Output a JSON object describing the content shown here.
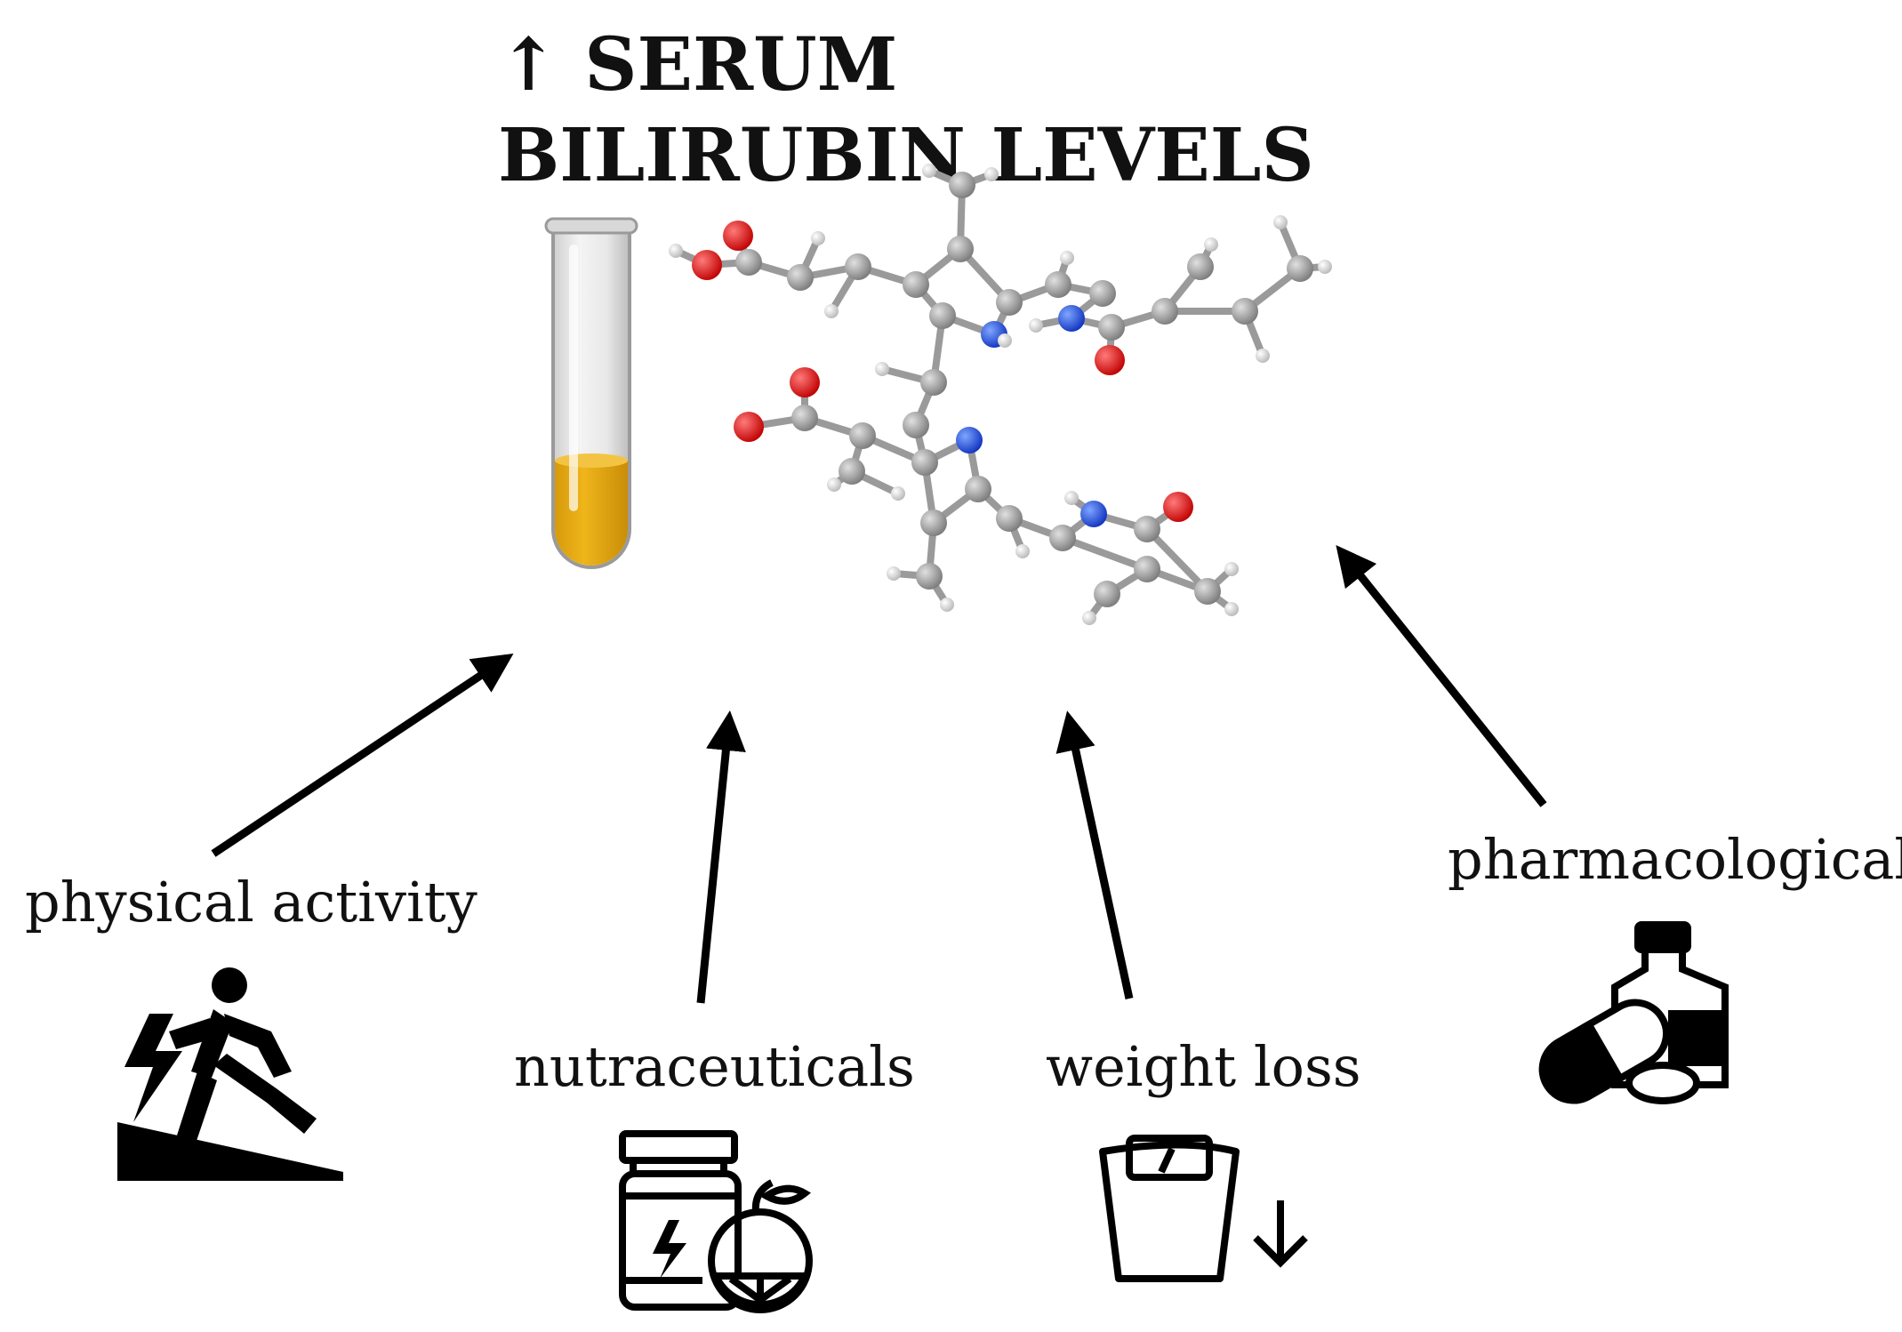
{
  "title": "↑ SERUM BILIRUBIN LEVELS",
  "factors": [
    {
      "label": "physical activity",
      "icon": "running-uphill-icon"
    },
    {
      "label": "nutraceuticals",
      "icon": "supplement-jar-orange-icon"
    },
    {
      "label": "weight loss",
      "icon": "scale-down-arrow-icon"
    },
    {
      "label": "pharmacological",
      "icon": "pills-bottle-icon"
    }
  ],
  "images": {
    "tube": "test-tube-yellow-serum-icon",
    "molecule": "bilirubin-ball-and-stick-molecule"
  },
  "colors": {
    "arrow": "#000000",
    "serum": "#e5a712",
    "carbon": "#8c8c8c",
    "oxygen": "#e01010",
    "nitrogen": "#1f4fe0",
    "hydrogen": "#e6e6e6"
  }
}
